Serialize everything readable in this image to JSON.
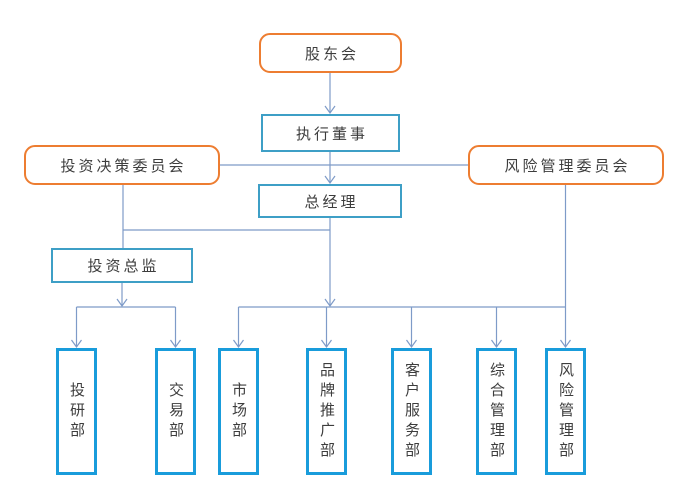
{
  "diagram_type": "org-chart",
  "colors": {
    "committee_border": "#ED7D31",
    "management_border": "#3E9FC6",
    "department_border": "#199CDB",
    "connector": "#7E9BC8",
    "text": "#3D3D3D",
    "bg": "#FFFFFF"
  },
  "nodes": {
    "shareholders": {
      "label": "股东会"
    },
    "executive_director": {
      "label": "执行董事"
    },
    "investment_committee": {
      "label": "投资决策委员会"
    },
    "risk_committee": {
      "label": "风险管理委员会"
    },
    "general_manager": {
      "label": "总经理"
    },
    "investment_director": {
      "label": "投资总监"
    },
    "departments": [
      {
        "label": "投研部"
      },
      {
        "label": "交易部"
      },
      {
        "label": "市场部"
      },
      {
        "label": "品牌推广部"
      },
      {
        "label": "客户服务部"
      },
      {
        "label": "综合管理部"
      },
      {
        "label": "风险管理部"
      }
    ]
  },
  "edges": [
    "股东会 → 执行董事",
    "执行董事 → 总经理",
    "投资决策委员会 — 风险管理委员会 (横向连接执行董事线)",
    "投资决策委员会 → 投资总监",
    "总经理 → 投资总监 (横向分支)",
    "投资总监 → 投研部 / 交易部",
    "总经理 → 市场部 / 品牌推广部 / 客户服务部 / 综合管理部",
    "风险管理委员会 → 风险管理部"
  ]
}
